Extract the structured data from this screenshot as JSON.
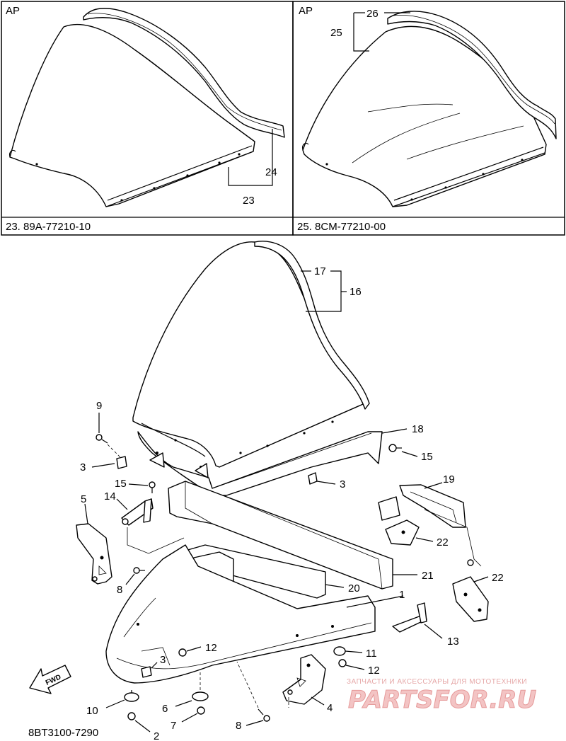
{
  "panels": {
    "left": {
      "header": "AP",
      "caption": "23. 89A-77210-10"
    },
    "right": {
      "header": "AP",
      "caption": "25. 8CM-77210-00"
    }
  },
  "callouts": {
    "p1": "1",
    "p2": "2",
    "p3a": "3",
    "p3b": "3",
    "p3c": "3",
    "p4": "4",
    "p5": "5",
    "p6": "6",
    "p7": "7",
    "p8a": "8",
    "p8b": "8",
    "p9": "9",
    "p10": "10",
    "p11": "11",
    "p12a": "12",
    "p12b": "12",
    "p13": "13",
    "p14": "14",
    "p15a": "15",
    "p15b": "15",
    "p16": "16",
    "p17": "17",
    "p18": "18",
    "p19": "19",
    "p20": "20",
    "p21": "21",
    "p22a": "22",
    "p22b": "22",
    "p23": "23",
    "p24": "24",
    "p25": "25",
    "p26": "26"
  },
  "direction_label": "FWD",
  "diagram_code": "8BT3100-7290",
  "watermark": {
    "subtitle": "ЗАПЧАСТИ И АКСЕССУАРЫ ДЛЯ МОТОТЕХНИКИ",
    "logo": "PARTSFOR.RU"
  },
  "colors": {
    "ink": "#000000",
    "paper": "#ffffff",
    "watermark": "#e69a9a"
  }
}
